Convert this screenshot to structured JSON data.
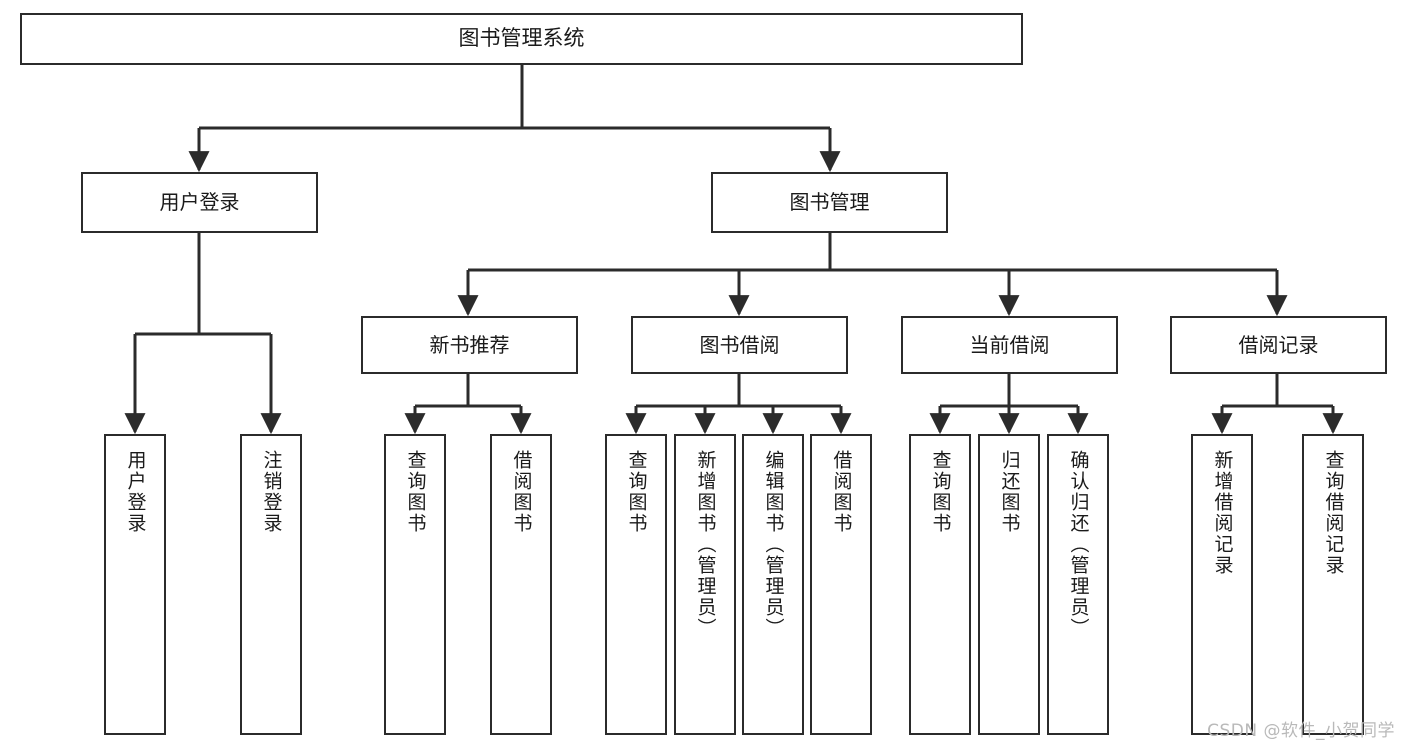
{
  "diagram": {
    "type": "tree",
    "title": "图书管理系统",
    "root": {
      "label": "图书管理系统"
    },
    "level2": [
      {
        "label": "用户登录"
      },
      {
        "label": "图书管理"
      }
    ],
    "level3": [
      {
        "label": "新书推荐"
      },
      {
        "label": "图书借阅"
      },
      {
        "label": "当前借阅"
      },
      {
        "label": "借阅记录"
      }
    ],
    "leaves": {
      "user_login": [
        {
          "label": "用户登录"
        },
        {
          "label": "注销登录"
        }
      ],
      "new_book_recommend": [
        {
          "label": "查询图书"
        },
        {
          "label": "借阅图书"
        }
      ],
      "book_borrow": [
        {
          "label": "查询图书"
        },
        {
          "label": "新增图书（管理员）"
        },
        {
          "label": "编辑图书（管理员）"
        },
        {
          "label": "借阅图书"
        }
      ],
      "current_borrow": [
        {
          "label": "查询图书"
        },
        {
          "label": "归还图书"
        },
        {
          "label": "确认归还（管理员）"
        }
      ],
      "borrow_record": [
        {
          "label": "新增借阅记录"
        },
        {
          "label": "查询借阅记录"
        }
      ]
    }
  },
  "watermark": {
    "text": "CSDN @软件_小贺同学"
  },
  "colors": {
    "box_border": "#2b2b2b",
    "box_fill": "#ffffff",
    "connector": "#2b2b2b",
    "text": "#1a1a1a",
    "watermark": "#b9b9b9"
  }
}
